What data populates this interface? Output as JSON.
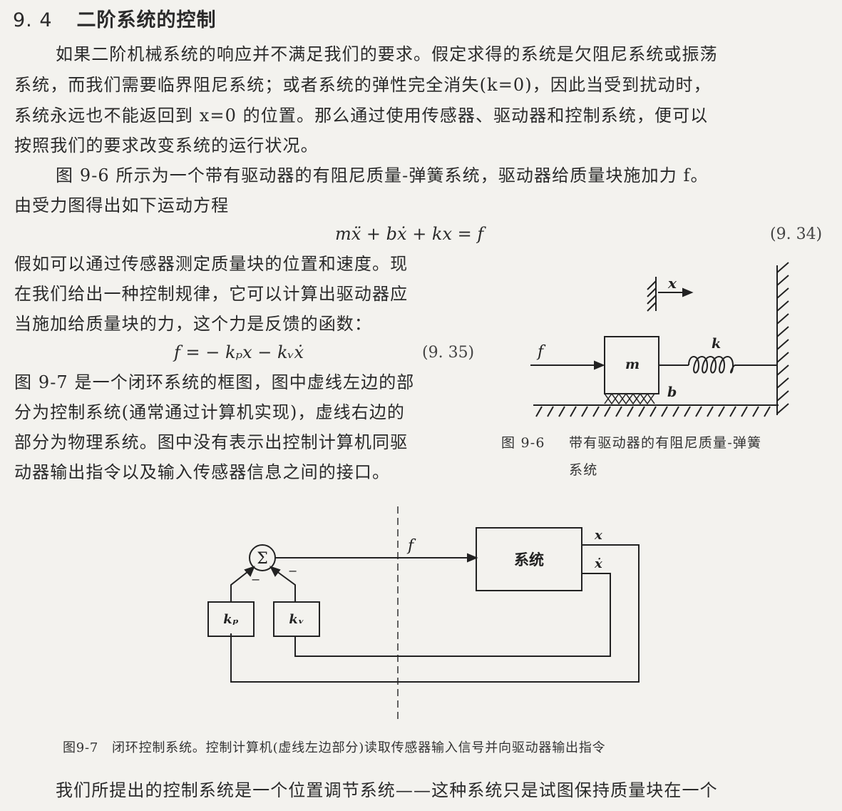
{
  "section": {
    "number": "9. 4",
    "title": "二阶系统的控制"
  },
  "paragraphs": {
    "p1": [
      "如果二阶机械系统的响应并不满足我们的要求。假定求得的系统是欠阻尼系统或振荡",
      "系统，而我们需要临界阻尼系统；或者系统的弹性完全消失(k=0)，因此当受到扰动时，",
      "系统永远也不能返回到 x=0 的位置。那么通过使用传感器、驱动器和控制系统，便可以",
      "按照我们的要求改变系统的运行状况。"
    ],
    "p2": [
      "图 9-6 所示为一个带有驱动器的有阻尼质量-弹簧系统，驱动器给质量块施加力 f。",
      "由受力图得出如下运动方程"
    ],
    "p3": [
      "假如可以通过传感器测定质量块的位置和速度。现",
      "在我们给出一种控制规律，它可以计算出驱动器应",
      "当施加给质量块的力，这个力是反馈的函数："
    ],
    "p4": [
      "图 9-7 是一个闭环系统的框图，图中虚线左边的部",
      "分为控制系统(通常通过计算机实现)，虚线右边的",
      "部分为物理系统。图中没有表示出控制计算机同驱",
      "动器输出指令以及输入传感器信息之间的接口。"
    ],
    "p5": "我们所提出的控制系统是一个位置调节系统——这种系统只是试图保持质量块在一个"
  },
  "equations": {
    "eq934": {
      "expr": "mẍ + bẋ + kx = f",
      "number": "(9. 34)"
    },
    "eq935": {
      "expr": "f = − kₚx − kᵥẋ",
      "number": "(9. 35)"
    }
  },
  "figure96": {
    "labels": {
      "x": "x",
      "f": "f",
      "m": "m",
      "k": "k",
      "b": "b"
    },
    "caption_num": "图 9-6",
    "caption_line1": "带有驱动器的有阻尼质量-弹簧",
    "caption_line2": "系统"
  },
  "figure97": {
    "labels": {
      "sum": "Σ",
      "f": "f",
      "system": "系统",
      "x": "x",
      "xdot": "ẋ",
      "kp": "kₚ",
      "kv": "kᵥ",
      "minus1": "−",
      "minus2": "−"
    },
    "caption": "图9-7　闭环控制系统。控制计算机(虚线左边部分)读取传感器输入信号并向驱动器输出指令"
  }
}
